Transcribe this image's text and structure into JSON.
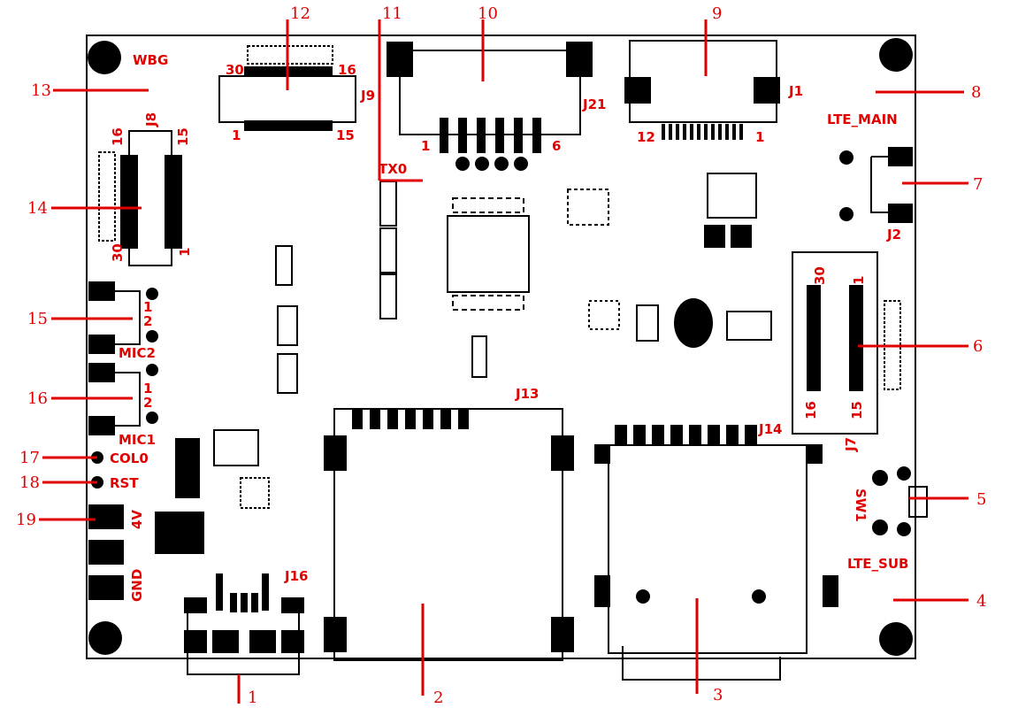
{
  "callouts": [
    "1",
    "2",
    "3",
    "4",
    "5",
    "6",
    "7",
    "8",
    "9",
    "10",
    "11",
    "12",
    "13",
    "14",
    "15",
    "16",
    "17",
    "18",
    "19"
  ],
  "labels": {
    "wbg": "WBG",
    "j8": "J8",
    "j9": "J9",
    "j9_30": "30",
    "j9_16": "16",
    "j9_1": "1",
    "j9_15": "15",
    "j21": "J21",
    "j21_1": "1",
    "j21_6": "6",
    "j1": "J1",
    "j1_12": "12",
    "j1_1": "1",
    "lte_main": "LTE_MAIN",
    "j2": "J2",
    "tx0": "TX0",
    "j8_16": "16",
    "j8_15": "15",
    "j8_30": "30",
    "j8_1": "1",
    "mic2": "MIC2",
    "mic2_1": "1",
    "mic2_2": "2",
    "mic1": "MIC1",
    "mic1_1": "1",
    "mic1_2": "2",
    "col0": "COL0",
    "rst": "RST",
    "v4": "4V",
    "gnd": "GND",
    "j16": "J16",
    "j13": "J13",
    "j14": "J14",
    "j7": "J7",
    "j7_30": "30",
    "j7_1": "1",
    "j7_16": "16",
    "j7_15": "15",
    "sw1": "SW1",
    "lte_sub": "LTE_SUB"
  },
  "colors": {
    "silkscreen": "#e00000",
    "copper": "#000000",
    "board": "#ffffff"
  }
}
